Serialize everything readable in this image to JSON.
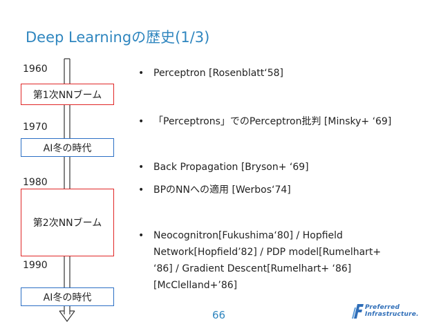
{
  "title": "Deep Learningの歴史(1/3)",
  "timeline": {
    "years": [
      "1960",
      "1970",
      "1980",
      "1990"
    ],
    "periods": [
      {
        "label": "第1次NNブーム",
        "kind": "boom"
      },
      {
        "label": "AI冬の時代",
        "kind": "winter"
      },
      {
        "label": "第2次NNブーム",
        "kind": "boom"
      },
      {
        "label": "AI冬の時代",
        "kind": "winter"
      }
    ]
  },
  "bullets": [
    {
      "dot": "•",
      "lines": [
        "Perceptron [Rosenblatt‘58]"
      ]
    },
    {
      "dot": "•",
      "lines": [
        "「Perceptrons」でのPerceptron批判 [Minsky+ ‘69]"
      ]
    },
    {
      "dot": "•",
      "lines": [
        "Back Propagation [Bryson+ ‘69]"
      ]
    },
    {
      "dot": "•",
      "lines": [
        "BPのNNへの適用 [Werbos‘74]"
      ]
    },
    {
      "dot": "•",
      "lines": [
        "Neocognitron[Fukushima‘80] / Hopfield",
        "Network[Hopfield’82] / PDP model[Rumelhart+",
        "‘86] / Gradient Descent[Rumelhart+ ‘86]",
        "[McClelland+’86]"
      ]
    }
  ],
  "page_number": "66",
  "logo": {
    "line1": "Preferred",
    "line2": "Infrastructure.",
    "color": "#2f6eb8"
  },
  "colors": {
    "accent": "#2f86bf",
    "boom_border": "#e02525",
    "winter_border": "#2a6ec4"
  }
}
